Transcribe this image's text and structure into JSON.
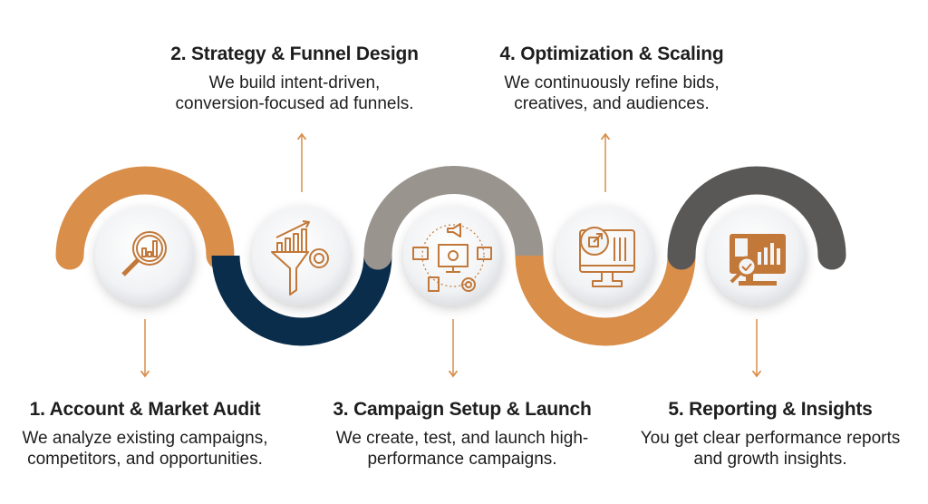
{
  "colors": {
    "orange": "#D98E4A",
    "navy": "#0B2D4C",
    "gray": "#9A948F",
    "dark_gray": "#5A5856",
    "icon": "#C27838",
    "arrow": "#D98E4A"
  },
  "steps": [
    {
      "title": "1. Account & Market Audit",
      "line1": "We analyze existing campaigns,",
      "line2": "competitors, and opportunities.",
      "icon": "magnifier-chart-icon"
    },
    {
      "title": "2. Strategy & Funnel Design",
      "line1": "We build intent-driven,",
      "line2": "conversion-focused ad funnels.",
      "icon": "funnel-gear-icon"
    },
    {
      "title": "3. Campaign Setup & Launch",
      "line1": "We create, test, and launch high-",
      "line2": "performance campaigns.",
      "icon": "monitor-campaign-icon"
    },
    {
      "title": "4. Optimization & Scaling",
      "line1": "We continuously refine bids,",
      "line2": "creatives, and audiences.",
      "icon": "monitor-scale-icon"
    },
    {
      "title": "5. Reporting & Insights",
      "line1": "You get clear performance reports",
      "line2": "and growth insights.",
      "icon": "report-analysis-icon"
    }
  ]
}
